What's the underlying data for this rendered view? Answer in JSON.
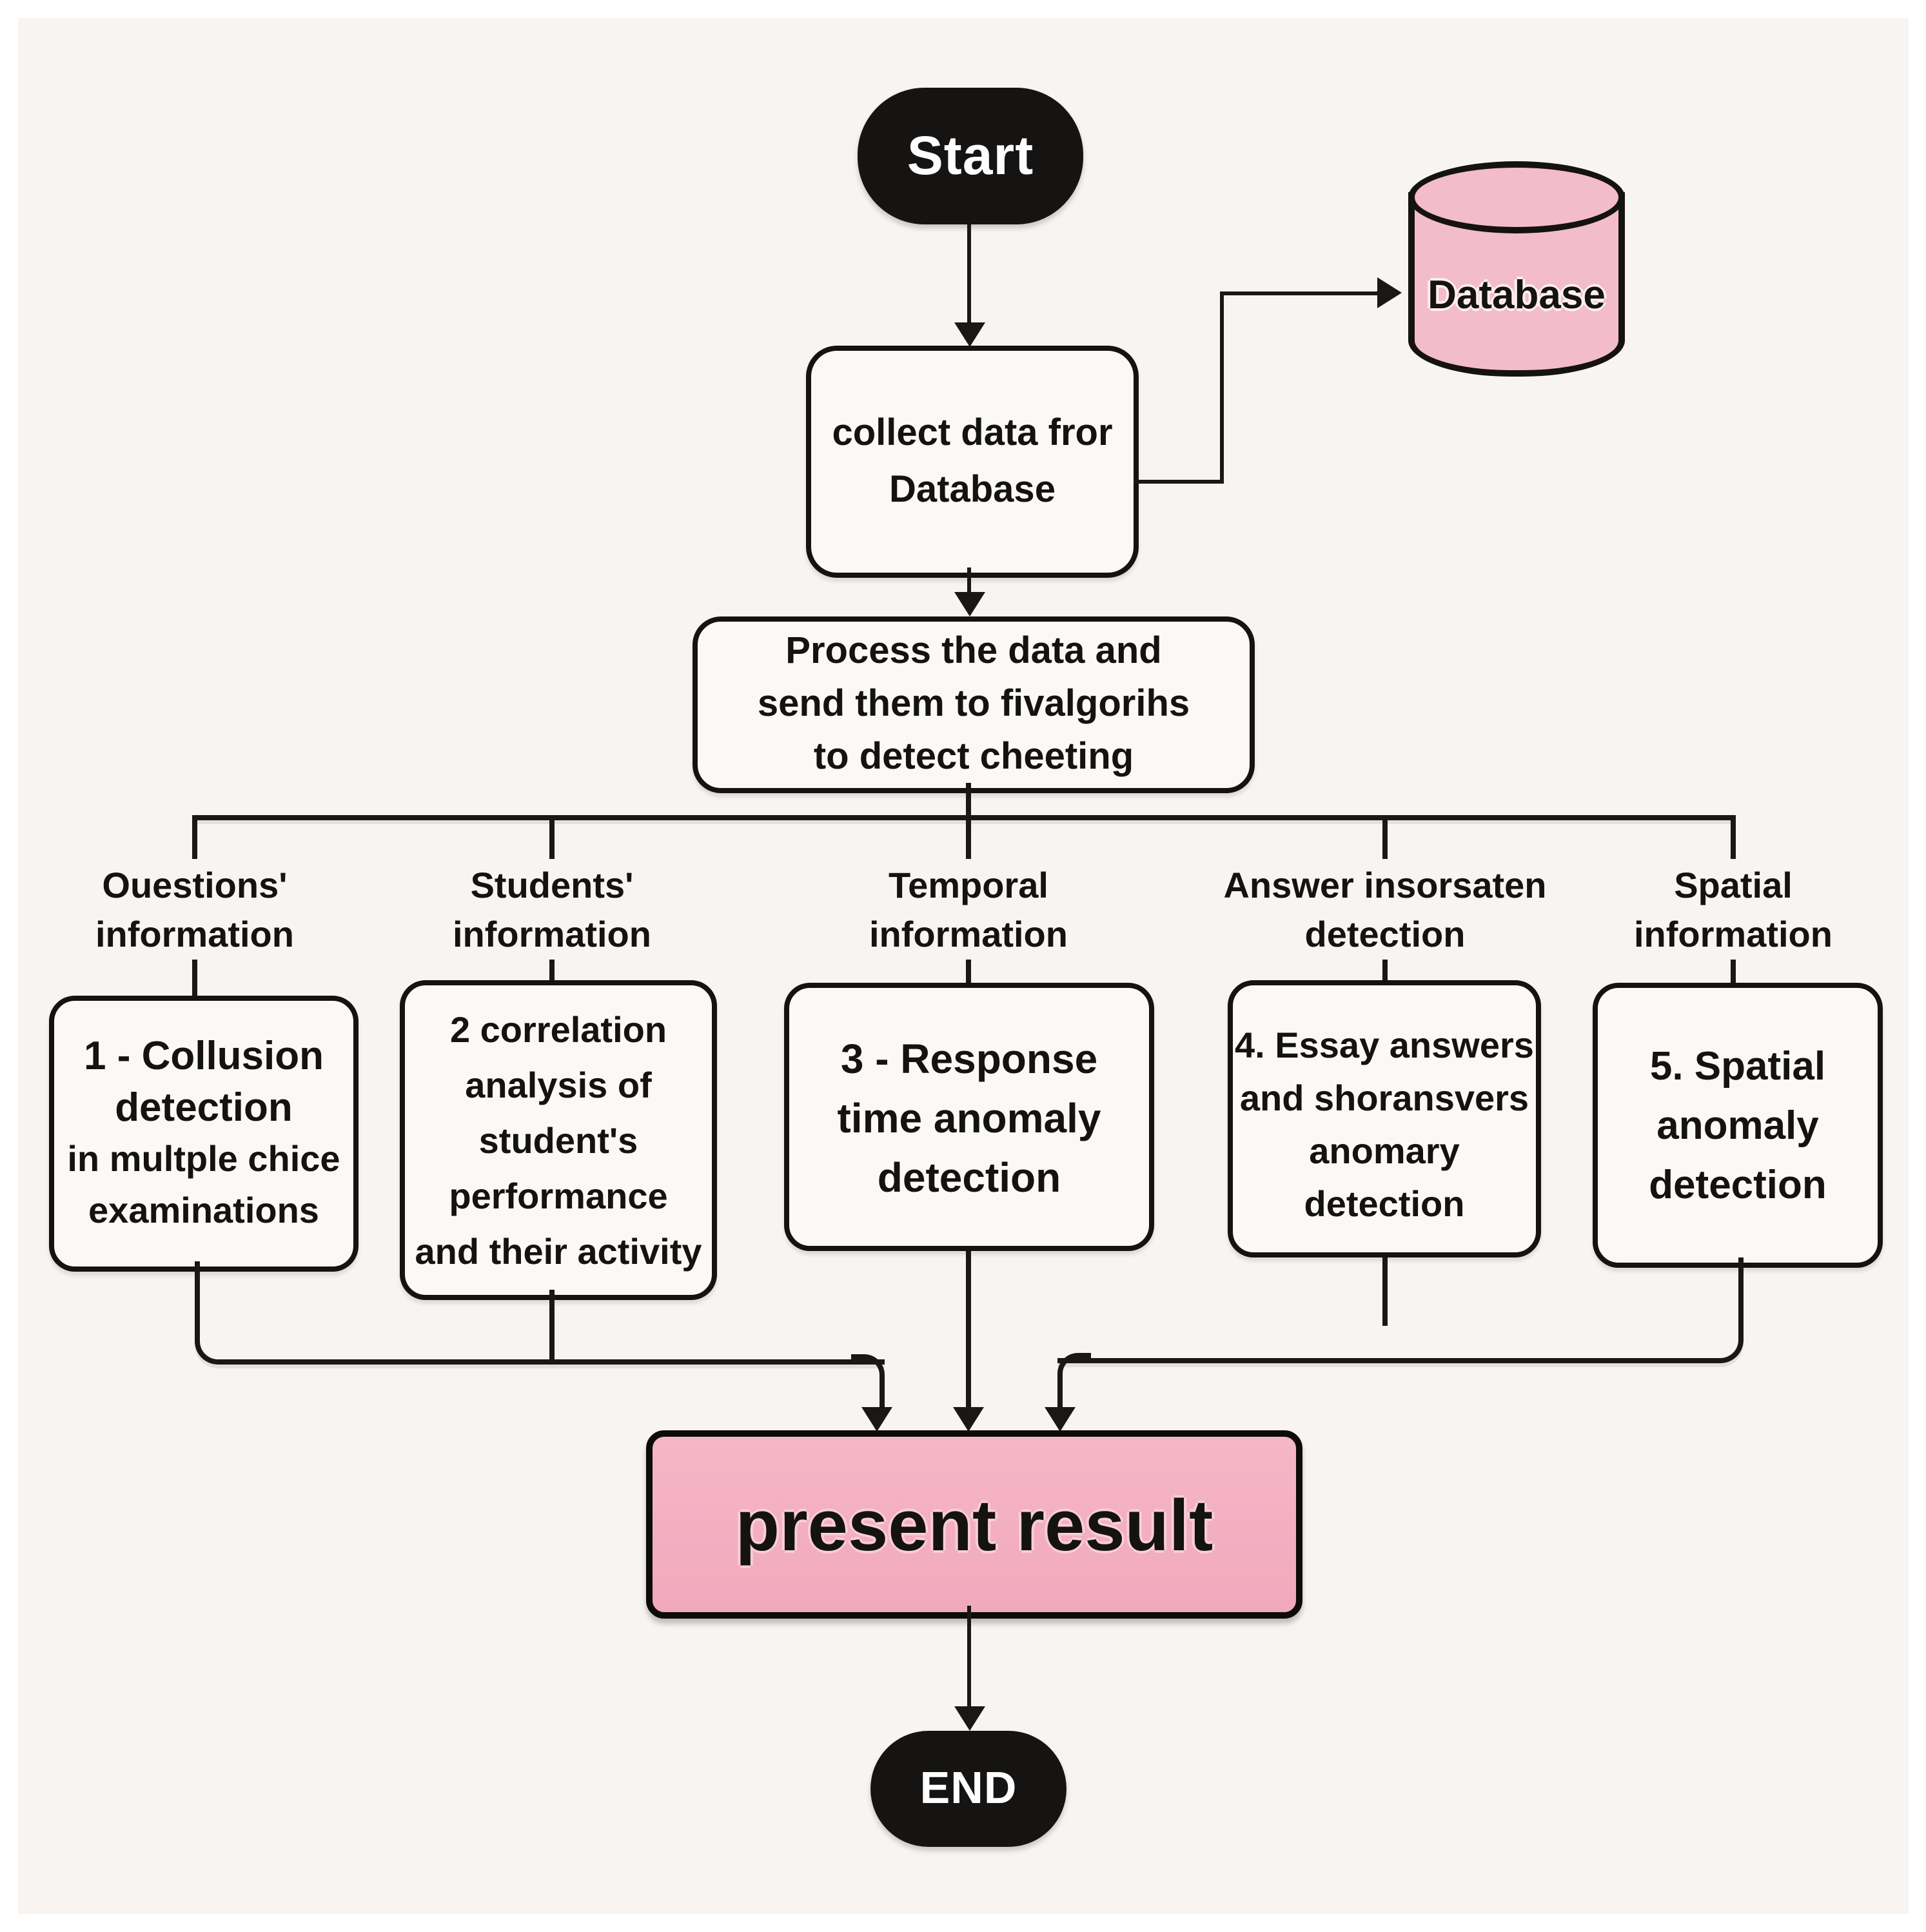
{
  "colors": {
    "background": "#f7f4f1",
    "frame": "#ffffff",
    "node_black": "#161413",
    "line": "#191814",
    "box_background": "#fbf9f7",
    "pink_fill": "#f3bccb",
    "present_pink": "#f1a9bc",
    "text": "#14130f"
  },
  "flowchart": {
    "start": {
      "label": "Start"
    },
    "database": {
      "label": "Database"
    },
    "collect_box": {
      "lines": [
        "collect data fror",
        "Database"
      ]
    },
    "process_box": {
      "lines": [
        "Process the data and",
        "send them to fivalgorihs",
        "to detect cheeting"
      ]
    },
    "branches": [
      {
        "heading": [
          "Ouestions'",
          "information"
        ],
        "box": [
          "1 - Collusion",
          "detection",
          "in multple chice",
          "examinations"
        ]
      },
      {
        "heading": [
          "Students'",
          "information"
        ],
        "box": [
          "2 correlation",
          "analysis of",
          "student's",
          "performance",
          "and their activity"
        ]
      },
      {
        "heading": [
          "Temporal",
          "information"
        ],
        "box": [
          "3 - Response",
          "time anomaly",
          "detection"
        ]
      },
      {
        "heading": [
          "Answer insorsaten",
          "detection"
        ],
        "box": [
          "4. Essay answers",
          "and shoransvers",
          "anomary",
          "detection"
        ]
      },
      {
        "heading": [
          "Spatial",
          "information"
        ],
        "box": [
          "5. Spatial",
          "anomaly",
          "detection"
        ]
      }
    ],
    "present_box": {
      "label": "present result"
    },
    "end": {
      "label": "END"
    }
  }
}
